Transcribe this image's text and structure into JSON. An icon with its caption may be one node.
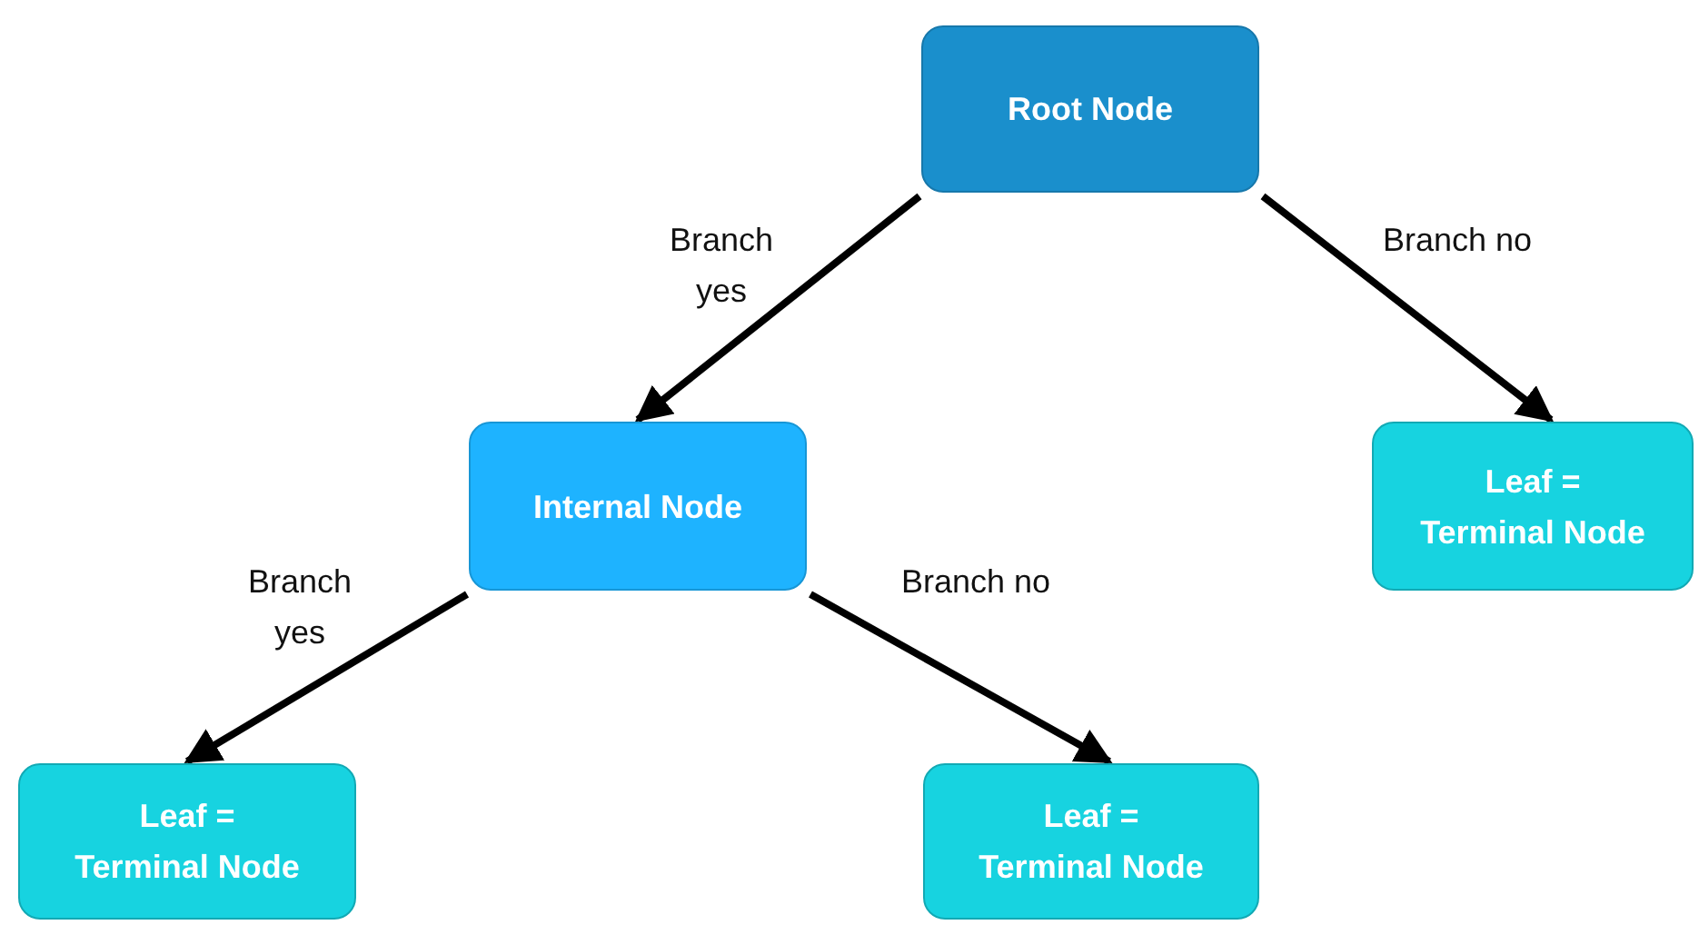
{
  "diagram": {
    "nodes": [
      {
        "text": [
          "Root Node"
        ]
      },
      {
        "text": [
          "Internal Node"
        ]
      },
      {
        "text": [
          "Leaf = Terminal Node"
        ]
      },
      {
        "text": [
          "Leaf = Terminal Node"
        ]
      },
      {
        "text": [
          "Leaf = Terminal Node"
        ]
      }
    ],
    "edges": [
      {
        "from": 0,
        "to": 1,
        "arrow": "to",
        "label": "Branch yes"
      },
      {
        "from": 0,
        "to": 2,
        "arrow": "to",
        "label": "Branch no"
      },
      {
        "from": 1,
        "to": 3,
        "arrow": "to",
        "label": "Branch yes"
      },
      {
        "from": 1,
        "to": 4,
        "arrow": "to",
        "label": "Branch no"
      }
    ]
  }
}
